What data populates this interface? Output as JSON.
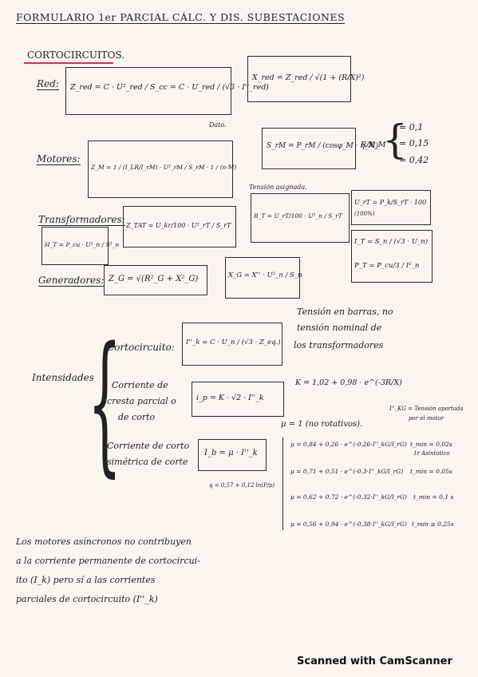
{
  "title": "FORMULARIO 1er PARCIAL CÁLC. Y DIS. SUBESTACIONES",
  "cortocircuitos": "CORTOCIRCUITOS.",
  "red": {
    "label": "Red:",
    "zred": "Z_red = C · U²_red / S_cc = C · U_red / (√3 · I''_red)",
    "dato": "Dato.",
    "xred": "X_red = Z_red / √(1 + (R/X)²)"
  },
  "motores": {
    "label": "Motores:",
    "zm": "Z_M = 1 / (I_LR/I_rM) · U²_rM / S_rM · 1 / (n·M)",
    "srm": "S_rM = P_rM / (cosφ_M · η_M)",
    "rx": "R/X_M",
    "rx_values": [
      "= 0,1",
      "= 0,15",
      "= 0,42"
    ]
  },
  "transformadores": {
    "label": "Transformadores:",
    "tension": "Tensión asignada.",
    "ztat": "Z_TAT = U_kr/100 · U²_rT / S_rT",
    "rt": "R_T = U_rT/100 · U²_n / S_rT",
    "urt": "U_rT = P_k/S_rT · 100",
    "urt_note": "(100%)",
    "ht": "H_T = P_cu · U²_n / S²_n",
    "it": "I_T = S_n / (√3 · U_n)",
    "pt": "P_T = P_cu/3 / I²_n"
  },
  "generadores": {
    "label": "Generadores:",
    "zg": "Z_G = √(R²_G + X²_G)",
    "xg": "X_G = X'' · U²_n / S_n"
  },
  "intensidades": {
    "label": "Intensidades",
    "cc": "Cortocircuito:",
    "ik": "I''_k = C · U_n / (√3 · Z_eq.)",
    "ik_note": [
      "Tensión en barras, no",
      "tensión nominal de",
      "los transformadores"
    ],
    "cresta_lines": [
      "Corriente de",
      "cresta parcial o",
      "de corto"
    ],
    "ip": "i_p = K · √2 · I''_k",
    "k": "K = 1,02 + 0,98 · e^(-3R/X)",
    "sim_lines": [
      "Corriente de corto",
      "simétrica de corte"
    ],
    "ib": "I_b = μ · I''_k",
    "q": "q = 0,57 + 0,12 ln(P/p)",
    "i_note_1": "I''_KG = Tensión aportada",
    "i_note_2": "por el motor",
    "mu1": "μ = 1 (no rotativos).",
    "mu_rows": [
      {
        "f": "μ = 0,84 + 0,26 · e^(-0,26·I''_kG/I_rG)",
        "t": "t_min = 0,02s"
      },
      {
        "f": "μ = 0,71 + 0,51 · e^(-0,3·I''_kG/I_rG)",
        "t": "t_min = 0,05s"
      },
      {
        "f": "μ = 0,62 + 0,72 · e^(-0,32·I''_kG/I_rG)",
        "t": "t_min = 0,1 s"
      },
      {
        "f": "μ = 0,56 + 0,94 · e^(-0,38·I''_kG/I_rG)",
        "t": "t_min ≥ 0,25s"
      }
    ],
    "mu_note": "1r Asintotico"
  },
  "motores_note": [
    "Los motores asíncronos no contribuyen",
    "a la corriente permanente de cortocircui-",
    "ito (I_k) pero sí a las corrientes",
    "parciales de cortocircuito (I''_k)"
  ],
  "footer": "Scanned with CamScanner"
}
